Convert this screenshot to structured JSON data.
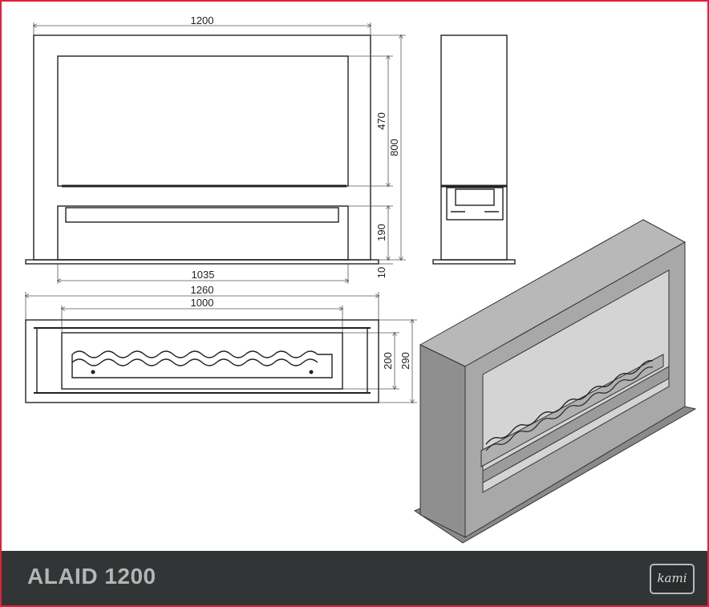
{
  "dimensions": {
    "front_width": "1200",
    "glass_height": "470",
    "total_height": "800",
    "lower_height": "190",
    "base_height": "10",
    "opening_width": "1035",
    "base_width": "1260",
    "burner_width": "1000",
    "burner_depth": "200",
    "total_depth": "290"
  },
  "footer": {
    "title": "ALAID 1200",
    "logo_text": "kami"
  },
  "colors": {
    "border": "#e0223b",
    "footer": "#323536",
    "title": "#b5b5b5"
  }
}
